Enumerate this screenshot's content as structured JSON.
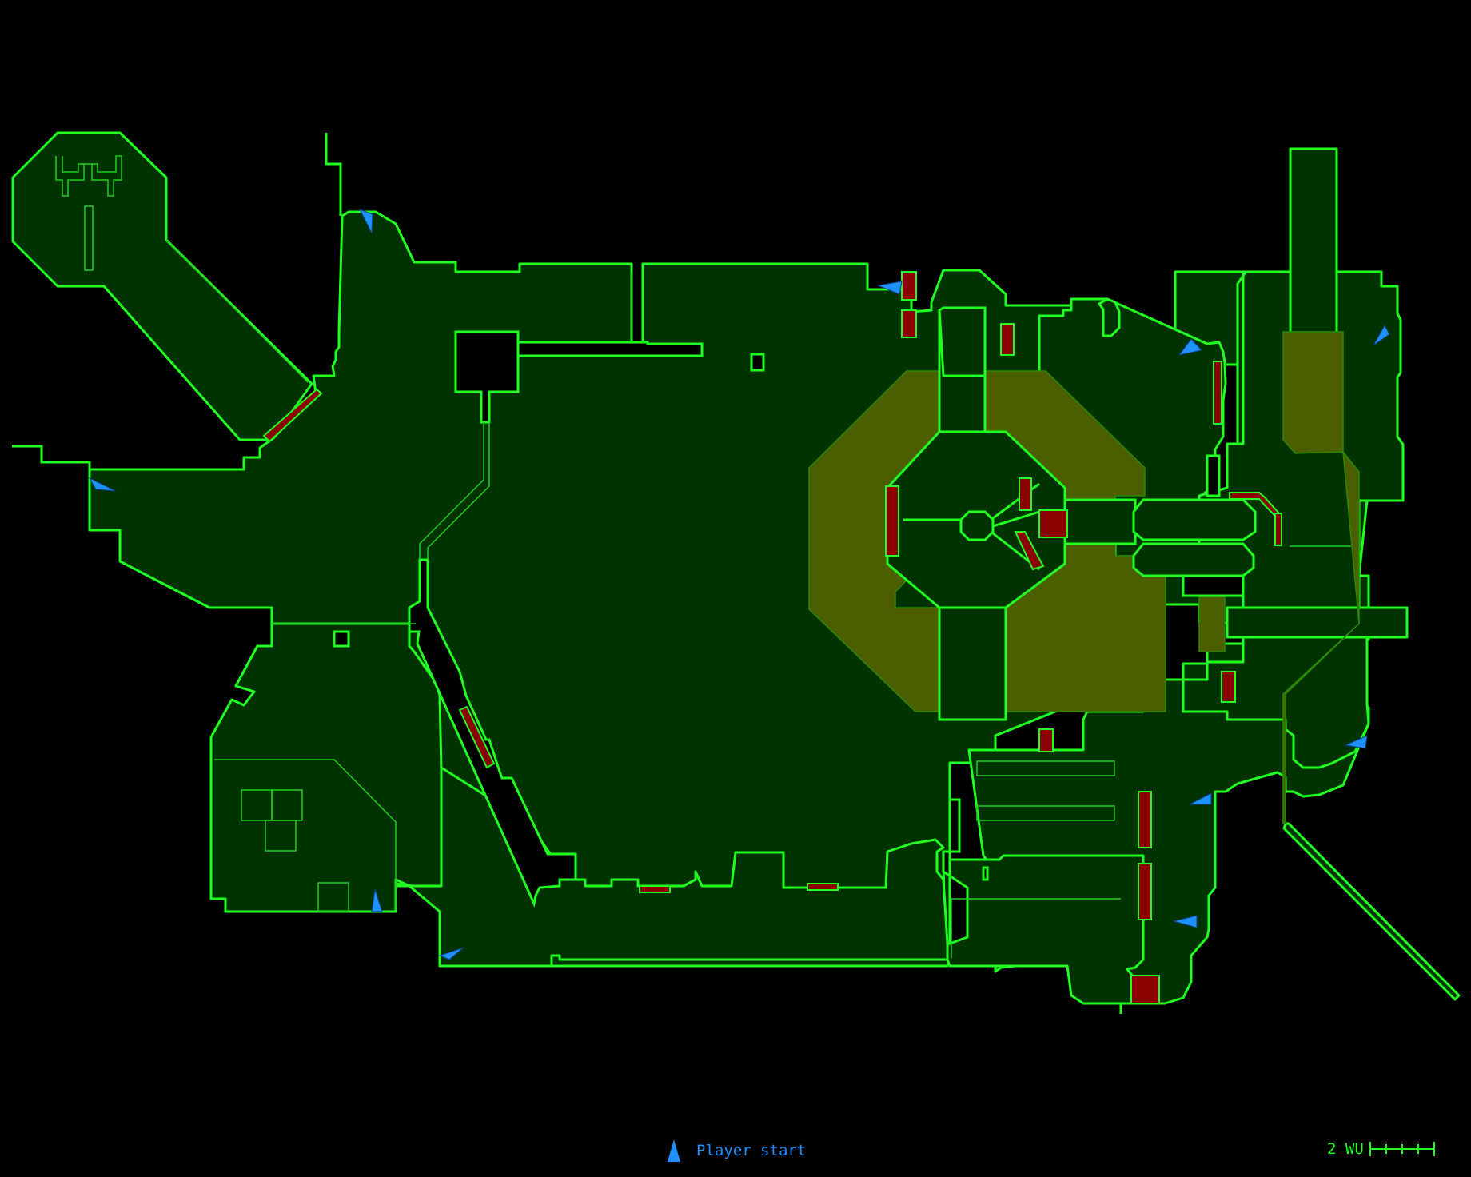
{
  "legend": {
    "player_start_label": "Player start",
    "marker_color": "#1e90ff"
  },
  "scale": {
    "label": "2 WU",
    "color": "#22ff22"
  },
  "colors": {
    "background": "#000000",
    "floor": "#003300",
    "wall": "#22ff22",
    "highlight": "#4b5e00",
    "door": "#8b0000",
    "spawn": "#1e90ff"
  },
  "player_starts": [
    {
      "id": "spawn-top-left-door",
      "facing": "south"
    },
    {
      "id": "spawn-west",
      "facing": "east"
    },
    {
      "id": "spawn-upper-corridor",
      "facing": "west"
    },
    {
      "id": "spawn-north-east",
      "facing": "south-west"
    },
    {
      "id": "spawn-far-east",
      "facing": "south-west"
    },
    {
      "id": "spawn-south-west-room",
      "facing": "north"
    },
    {
      "id": "spawn-south-gate",
      "facing": "north-east"
    },
    {
      "id": "spawn-east-lower",
      "facing": "west"
    },
    {
      "id": "spawn-south-east",
      "facing": "west"
    },
    {
      "id": "spawn-east-bay",
      "facing": "west"
    }
  ]
}
